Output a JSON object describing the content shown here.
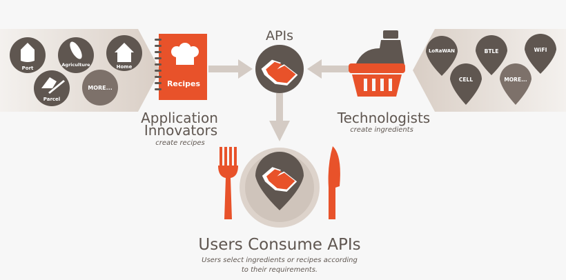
{
  "colors": {
    "accent": "#e8522a",
    "dark": "#5f5650",
    "muted": "#7d716a",
    "band": "#dcd2c9",
    "arrow": "#d4cbc4"
  },
  "apis": {
    "title": "APIs",
    "icon": "handshake-icon"
  },
  "innovators": {
    "items": [
      {
        "label": "Port",
        "icon": "ship-icon"
      },
      {
        "label": "Agriculture",
        "icon": "corn-icon"
      },
      {
        "label": "Home",
        "icon": "house-icon"
      },
      {
        "label": "Parcel",
        "icon": "hand-truck-icon"
      },
      {
        "label": "MORE...",
        "icon": ""
      }
    ],
    "book_label": "Recipes",
    "book_icon": "chef-hat-icon",
    "title_line1": "Application",
    "title_line2": "Innovators",
    "subtitle": "create recipes"
  },
  "technologists": {
    "items": [
      {
        "label": "LoRaWAN"
      },
      {
        "label": "BTLE"
      },
      {
        "label": "WiFI"
      },
      {
        "label": "CELL"
      },
      {
        "label": "MORE..."
      }
    ],
    "icon": "basket-icon",
    "title": "Technologists",
    "subtitle": "create ingredients"
  },
  "users": {
    "title": "Users Consume APIs",
    "subtitle_line1": "Users select ingredients or recipes according",
    "subtitle_line2": "to their requirements."
  }
}
